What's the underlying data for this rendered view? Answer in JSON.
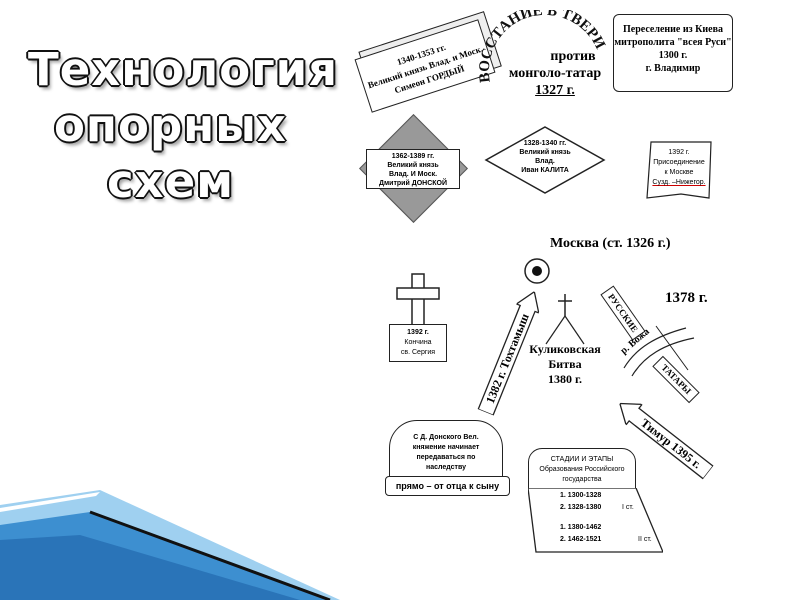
{
  "title": {
    "line1": "Технология",
    "line2": "опорных",
    "line3": "схем"
  },
  "box_1340": {
    "l1": "1340-1353 гг.",
    "l2": "Великий князь Влад. и Моск.",
    "l3": "Симеон ГОРДЫЙ"
  },
  "uprising": {
    "arc": "ВОССТАНИЕ В ТВЕРИ",
    "l1": "против",
    "l2": "монголо-татар",
    "year": "1327 г."
  },
  "kiev": {
    "l1": "Переселение из Киева",
    "l2": "митрополита \"всея Руси\"",
    "l3": "1300 г.",
    "l4": "г. Владимир"
  },
  "donskoy": {
    "l1": "1362-1389 гг.",
    "l2": "Великий князь",
    "l3": "Влад. И Моск.",
    "l4": "Дмитрий ДОНСКОЙ"
  },
  "kalita": {
    "l1": "1328-1340 гг.",
    "l2": "Великий князь",
    "l3": "Влад.",
    "l4": "Иван КАЛИТА"
  },
  "suzdal": {
    "l1": "1392 г.",
    "l2": "Присоединение",
    "l3": "к Москве",
    "l4": "Сузд. –Нижегор."
  },
  "moscow": "Москва (ст. 1326 г.)",
  "sergius": {
    "l1": "1392 г.",
    "l2": "Кончина",
    "l3": "св. Сергия"
  },
  "tokhtamysh": "1382 г. Тохтамыш",
  "kulikovo": {
    "l1": "Куликовская",
    "l2": "Битва",
    "l3": "1380 г."
  },
  "russians": "РУССКИЕ",
  "vozha": "р. Вожа",
  "tatars": "ТАТАРЫ",
  "year1378": "1378 г.",
  "timur": "Тимур 1395 г.",
  "succession": {
    "l1": "С Д. Донского Вел.",
    "l2": "княжение начинает",
    "l3": "передаваться по",
    "l4": "наследству",
    "banner": "прямо – от отца к сыну"
  },
  "stages": {
    "head1": "СТАДИИ И ЭТАПЫ",
    "head2": "Образования Российского",
    "head3": "государства",
    "items": [
      {
        "n": "1.",
        "period": "1300-1328",
        "stage": ""
      },
      {
        "n": "2.",
        "period": "1328-1380",
        "stage": "I ст."
      },
      {
        "n": "1.",
        "period": "1380-1462",
        "stage": ""
      },
      {
        "n": "2.",
        "period": "1462-1521",
        "stage": "II ст."
      }
    ]
  },
  "colors": {
    "blue": "#3d8fd0",
    "light_blue": "#9fd0f0",
    "dark": "#111111"
  }
}
